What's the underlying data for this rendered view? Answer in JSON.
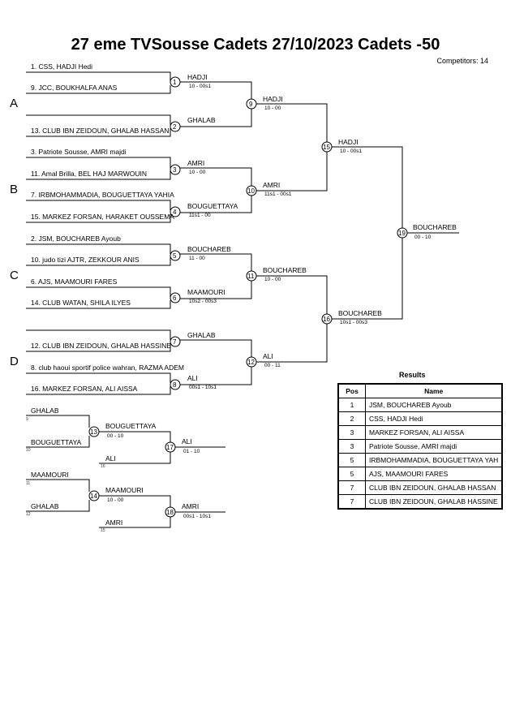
{
  "title": "27 eme TVSousse Cadets  27/10/2023     Cadets -50",
  "competitors": "Competitors: 14",
  "pools": [
    "A",
    "B",
    "C",
    "D"
  ],
  "entries": [
    "1. CSS, HADJI Hedi",
    "9. JCC, BOUKHALFA ANAS",
    "13. CLUB IBN ZEIDOUN, GHALAB HASSAN",
    "3. Patriote Sousse, AMRI majdi",
    "11. Amal Brilla, BEL HAJ MARWOUIN",
    "7. IRBMOHAMMADIA, BOUGUETTAYA YAHIA",
    "15. MARKEZ FORSAN, HARAKET OUSSEMA",
    "2. JSM, BOUCHAREB Ayoub",
    "10. judo tizi AJTR, ZEKKOUR  ANIS",
    "6. AJS, MAAMOURI FARES",
    "14. CLUB WATAN, SHILA ILYES",
    "12. CLUB IBN ZEIDOUN, GHALAB HASSINE",
    "8. club haoui sportif police wahran, RAZMA ADEM",
    "16. MARKEZ FORSAN, ALI AISSA"
  ],
  "matches": [
    {
      "num": "1",
      "winner": "HADJI",
      "score": "10 - 00s1"
    },
    {
      "num": "2",
      "winner": "GHALAB",
      "score": ""
    },
    {
      "num": "3",
      "winner": "AMRI",
      "score": "10 - 00"
    },
    {
      "num": "4",
      "winner": "BOUGUETTAYA",
      "score": "11s1 - 00"
    },
    {
      "num": "5",
      "winner": "BOUCHAREB",
      "score": "11 - 00"
    },
    {
      "num": "6",
      "winner": "MAAMOURI",
      "score": "10s2 - 00s3"
    },
    {
      "num": "7",
      "winner": "GHALAB",
      "score": ""
    },
    {
      "num": "8",
      "winner": "ALI",
      "score": "00s1 - 10s1"
    },
    {
      "num": "9",
      "winner": "HADJI",
      "score": "10 - 00"
    },
    {
      "num": "10",
      "winner": "AMRI",
      "score": "11s1 - 00s1"
    },
    {
      "num": "11",
      "winner": "BOUCHAREB",
      "score": "10 - 00"
    },
    {
      "num": "12",
      "winner": "ALI",
      "score": "00 - 11"
    },
    {
      "num": "15",
      "winner": "HADJI",
      "score": "10 - 00s1"
    },
    {
      "num": "16",
      "winner": "BOUCHAREB",
      "score": "10s1 - 00s3"
    },
    {
      "num": "19",
      "winner": "BOUCHAREB",
      "score": "00 - 10"
    },
    {
      "num": "13",
      "winner": "BOUGUETTAYA",
      "score": "00 - 10"
    },
    {
      "num": "14",
      "winner": "MAAMOURI",
      "score": "10 - 00"
    },
    {
      "num": "17",
      "winner": "ALI",
      "score": "01 - 10"
    },
    {
      "num": "18",
      "winner": "AMRI",
      "score": "00s1 - 10s1"
    }
  ],
  "repechage": {
    "r13_top": "GHALAB",
    "r13_top_n": "9",
    "r13_bot": "BOUGUETTAYA",
    "r13_bot_n": "10",
    "r17_bot": "ALI",
    "r17_bot_n": "16",
    "r14_top": "MAAMOURI",
    "r14_top_n": "11",
    "r14_bot": "GHALAB",
    "r14_bot_n": "12",
    "r18_bot": "AMRI",
    "r18_bot_n": "15"
  },
  "results": {
    "title": "Results",
    "headers": [
      "Pos",
      "Name"
    ],
    "rows": [
      {
        "pos": "1",
        "name": "JSM, BOUCHAREB Ayoub"
      },
      {
        "pos": "2",
        "name": "CSS, HADJI Hedi"
      },
      {
        "pos": "3",
        "name": "MARKEZ FORSAN, ALI AISSA"
      },
      {
        "pos": "3",
        "name": "Patriote Sousse, AMRI majdi"
      },
      {
        "pos": "5",
        "name": "IRBMOHAMMADIA, BOUGUETTAYA YAH"
      },
      {
        "pos": "5",
        "name": "AJS, MAAMOURI FARES"
      },
      {
        "pos": "7",
        "name": "CLUB IBN ZEIDOUN, GHALAB HASSAN"
      },
      {
        "pos": "7",
        "name": "CLUB IBN ZEIDOUN, GHALAB HASSINE"
      }
    ]
  }
}
